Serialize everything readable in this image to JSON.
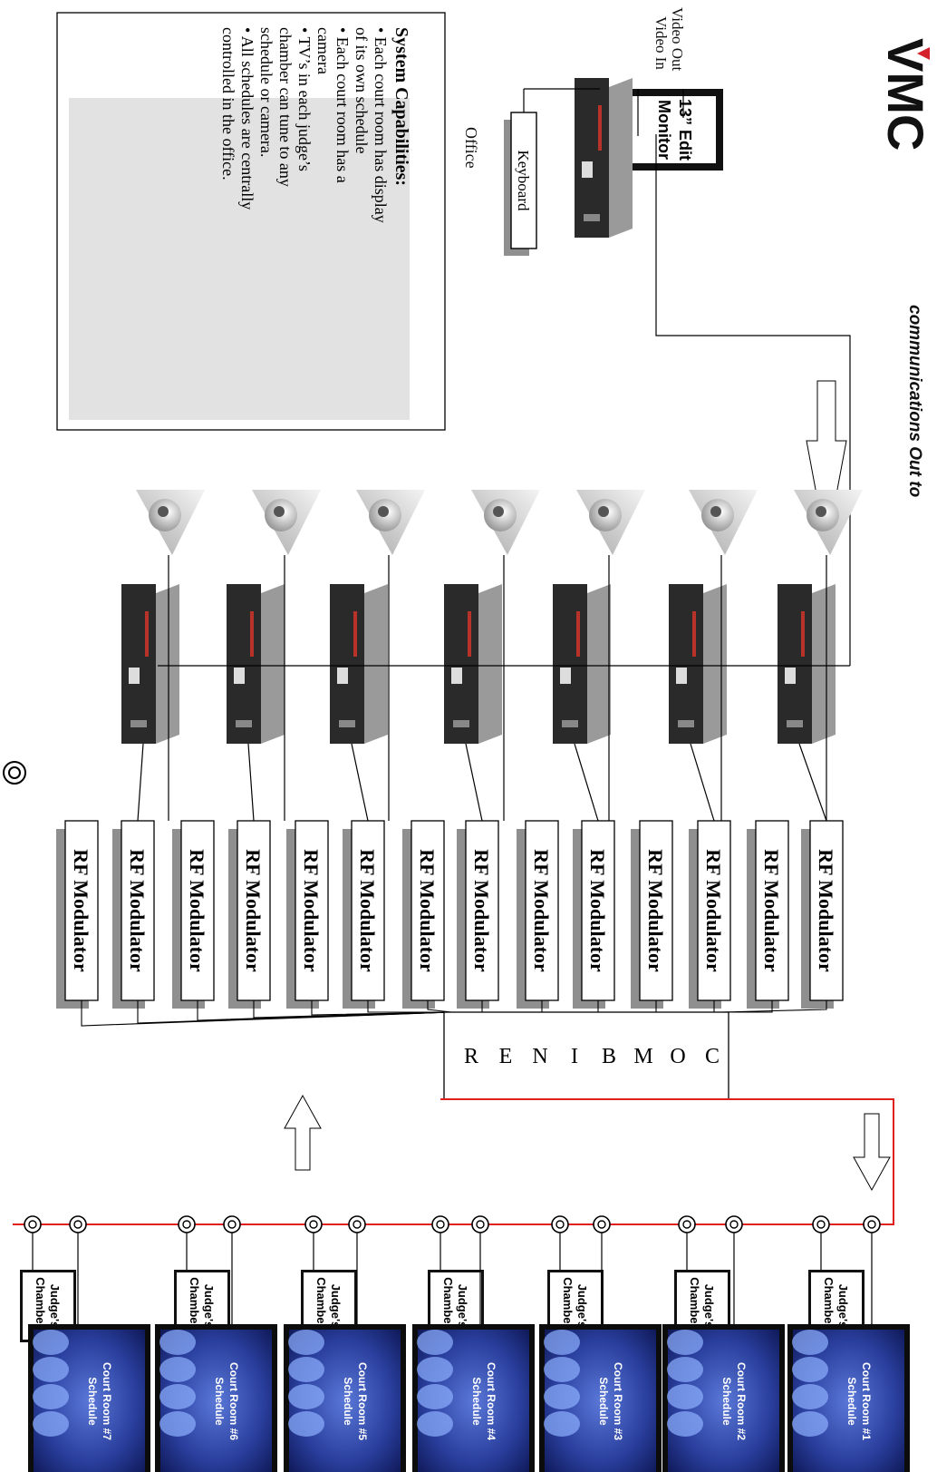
{
  "header": {
    "logo_text": "VMC",
    "tagline": "communications Out to"
  },
  "office": {
    "monitor_label": "13\" Edit Monitor",
    "keyboard_label": "Keyboard",
    "office_label": "Office",
    "video_out_label": "Video Out",
    "video_in_label": "Video In"
  },
  "capabilities": {
    "title": "System Capabilities:",
    "items": [
      "• Each court room has display of its own schedule",
      "• Each court room has a camera",
      "• TV’s in each judge’s chamber can tune to any schedule or camera.",
      "• All schedules are centrally controlled in the office."
    ]
  },
  "modulators": {
    "label": "RF Modulator",
    "count": 14
  },
  "combiner": {
    "letters": [
      "C",
      "O",
      "M",
      "B",
      "I",
      "N",
      "E",
      "R"
    ]
  },
  "chambers": {
    "label_line1": "Judge's",
    "label_line2": "Chambers",
    "count": 7
  },
  "courtrooms": [
    {
      "name": "Court Room #1",
      "sub": "Schedule"
    },
    {
      "name": "Court Room #2",
      "sub": "Schedule"
    },
    {
      "name": "Court Room #3",
      "sub": "Schedule"
    },
    {
      "name": "Court Room #4",
      "sub": "Schedule"
    },
    {
      "name": "Court Room #5",
      "sub": "Schedule"
    },
    {
      "name": "Court Room #6",
      "sub": "Schedule"
    },
    {
      "name": "Court Room #7",
      "sub": "Schedule"
    }
  ],
  "colors": {
    "rf_line": "#e0201c",
    "logo_red": "#d4202a",
    "shadow": "#8f8f8f",
    "panel_bg": "#e2e2e2",
    "device_dark": "#2a2a2a",
    "device_side": "#9a9a9a",
    "screen_blue": "#1c2a7a"
  },
  "icons": {
    "camera": "dome-camera-icon",
    "device": "video-scheduler-unit-icon",
    "coax_jack": "coax-outlet-icon",
    "arrow": "signal-flow-arrow-icon"
  }
}
